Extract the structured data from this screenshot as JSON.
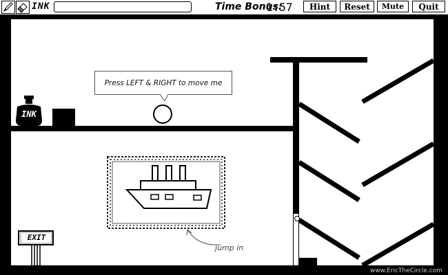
{
  "toolbar": {
    "ink_label": "INK",
    "ink_level": 0,
    "time_label": "Time Bonus:",
    "time_value": "1:57",
    "buttons": {
      "hint": "Hint",
      "reset": "Reset",
      "mute": "Mute",
      "quit": "Quit"
    },
    "icons": [
      "pencil-icon",
      "eraser-icon"
    ]
  },
  "level": {
    "speech_text": "Press LEFT & RIGHT to move me",
    "bottle_label": "INK",
    "exit_label": "EXIT",
    "hint_label": "jump in"
  },
  "footer": {
    "website": "www.EricTheCircle.com"
  },
  "colors": {
    "background": "#000000",
    "canvas": "#ffffff",
    "ink": "#000000"
  }
}
